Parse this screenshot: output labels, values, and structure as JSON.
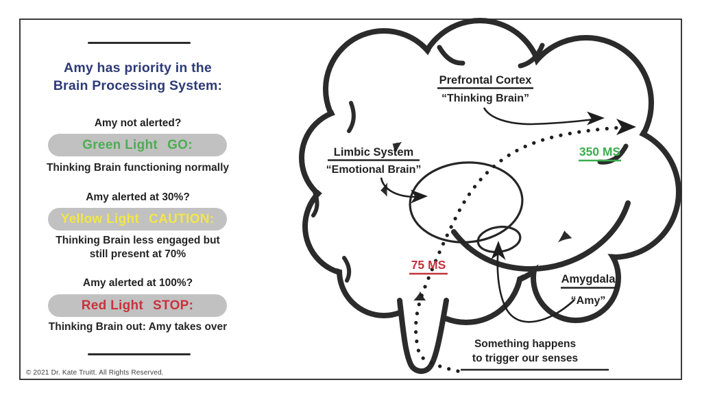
{
  "meta": {
    "copyright": "© 2021 Dr. Kate Truitt. All Rights Reserved."
  },
  "left_panel": {
    "title_line1": "Amy has priority in the",
    "title_line2": "Brain Processing System:",
    "pill_bg": "#c1c1c1",
    "title_color": "#2c3a76",
    "items": [
      {
        "question": "Amy not alerted?",
        "light": "Green Light",
        "action": "GO:",
        "light_color": "#4cae52",
        "description": "Thinking Brain functioning normally"
      },
      {
        "question": "Amy alerted at 30%?",
        "light": "Yellow Light",
        "action": "CAUTION:",
        "light_color": "#f2e648",
        "description": "Thinking Brain less engaged but",
        "description2": "still present at 70%"
      },
      {
        "question": "Amy alerted at 100%?",
        "light": "Red Light",
        "action": "STOP:",
        "light_color": "#c9323e",
        "description": "Thinking Brain out: Amy takes over"
      }
    ]
  },
  "diagram": {
    "labels": {
      "prefrontal_title": "Prefrontal Cortex",
      "prefrontal_subtitle": "“Thinking Brain”",
      "limbic_title": "Limbic System",
      "limbic_subtitle": "“Emotional Brain”",
      "amygdala_title": "Amygdala",
      "amygdala_subtitle": "“Amy”",
      "fast_ms": "75 MS",
      "slow_ms": "350 MS",
      "trigger_line1": "Something happens",
      "trigger_line2": "to trigger our senses"
    },
    "colors": {
      "fast": "#c4303c",
      "slow": "#3aad4c",
      "outline": "#2b2b2b"
    }
  }
}
